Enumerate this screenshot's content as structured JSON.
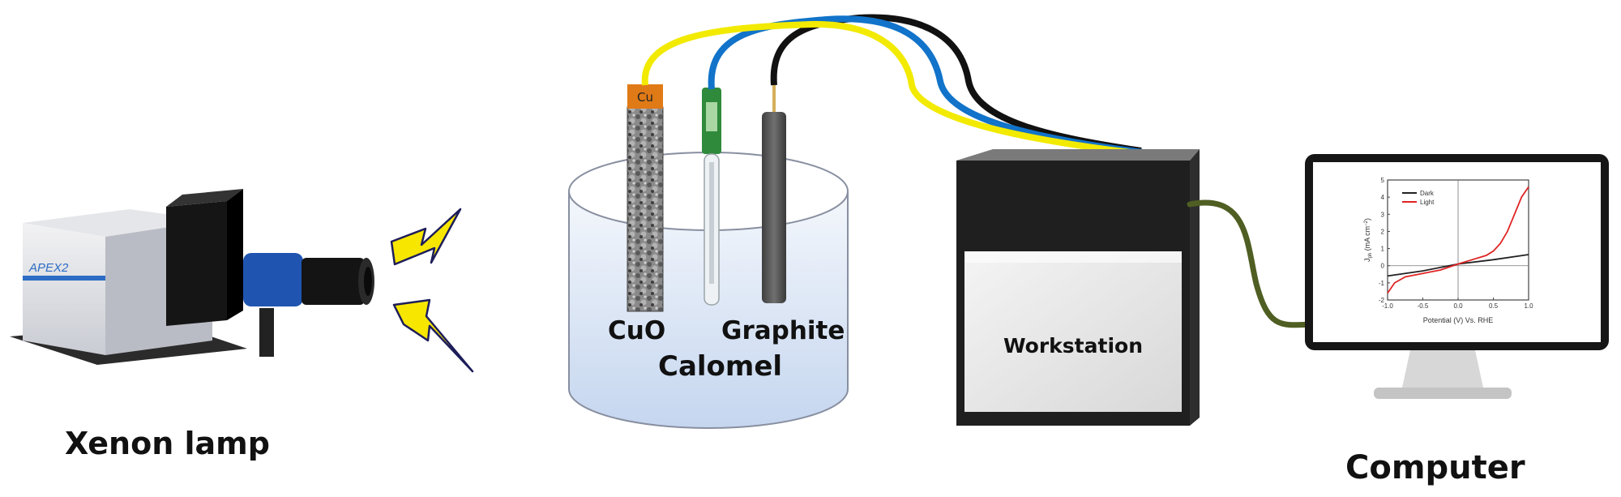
{
  "labels": {
    "xenon_lamp": "Xenon lamp",
    "cuo": "CuO",
    "calomel": "Calomel",
    "graphite": "Graphite",
    "workstation": "Workstation",
    "computer": "Computer",
    "cu_tab": "Cu",
    "lamp_brand": "APEX2"
  },
  "wire_colors": {
    "yellow": "#f2ea00",
    "blue": "#1173c9",
    "black": "#111111",
    "green": "#4f5e22"
  },
  "plot": {
    "ylabel": "J",
    "ylabel_sub": "ph",
    "ylabel_rest": " (mA cm",
    "ylabel_sup": "−2",
    "ylabel_close": ")",
    "xlabel": "Potential (V) Vs. RHE",
    "legend": [
      "Dark",
      "Light"
    ]
  },
  "chart_data": {
    "type": "line",
    "xlabel": "Potential (V) Vs. RHE",
    "ylabel": "Jph (mA cm−2)",
    "xlim": [
      -1.0,
      1.0
    ],
    "ylim": [
      -2,
      5
    ],
    "xticks": [
      "-1.0",
      "-0.5",
      "0.0",
      "0.5",
      "1.0"
    ],
    "yticks": [
      "-2",
      "-1",
      "0",
      "1",
      "2",
      "3",
      "4",
      "5"
    ],
    "series": [
      {
        "name": "Dark",
        "color": "#222222",
        "x": [
          -1.0,
          -0.5,
          0.0,
          0.5,
          1.0
        ],
        "y": [
          -0.6,
          -0.3,
          0.1,
          0.35,
          0.65
        ]
      },
      {
        "name": "Light",
        "color": "#e02424",
        "x": [
          -1.0,
          -0.9,
          -0.75,
          -0.5,
          -0.25,
          0.0,
          0.2,
          0.4,
          0.5,
          0.6,
          0.7,
          0.8,
          0.9,
          1.0
        ],
        "y": [
          -1.6,
          -1.0,
          -0.65,
          -0.45,
          -0.25,
          0.1,
          0.35,
          0.6,
          0.85,
          1.3,
          2.0,
          3.0,
          4.0,
          4.6
        ]
      }
    ]
  }
}
